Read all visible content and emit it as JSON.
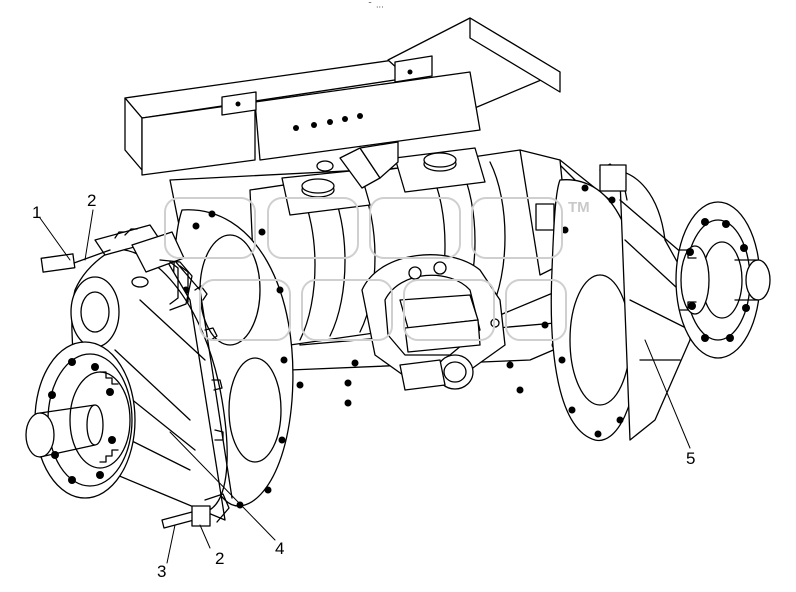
{
  "diagram": {
    "top_mark": "˜",
    "watermark_tm": "TM",
    "callouts": [
      {
        "id": "1",
        "text": "1"
      },
      {
        "id": "2a",
        "text": "2"
      },
      {
        "id": "2b",
        "text": "2"
      },
      {
        "id": "3",
        "text": "3"
      },
      {
        "id": "4",
        "text": "4"
      },
      {
        "id": "5",
        "text": "5"
      }
    ]
  },
  "colors": {
    "line": "#000000",
    "background": "#ffffff",
    "watermark": "#cfcfcf"
  }
}
